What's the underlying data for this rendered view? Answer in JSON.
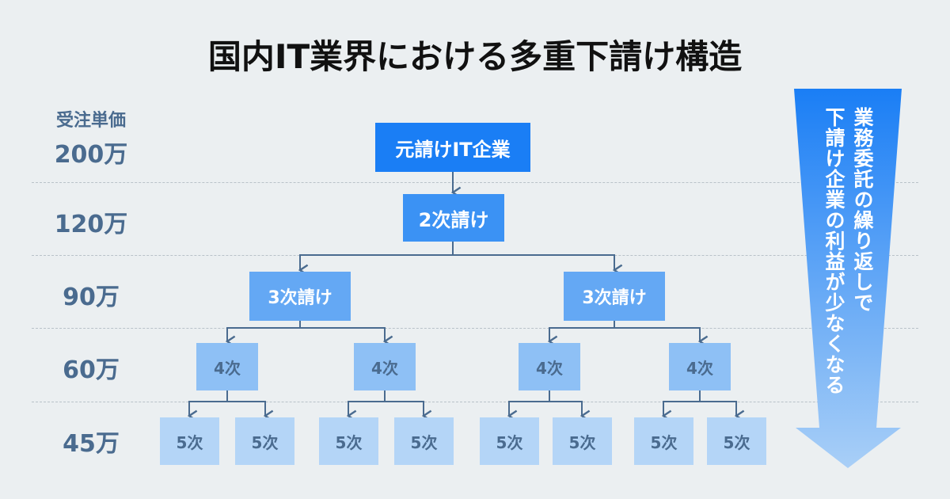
{
  "title": "国内IT業界における多重下請け構造",
  "price_axis": {
    "header": "受注単価",
    "levels": [
      "200万",
      "120万",
      "90万",
      "60万",
      "45万"
    ]
  },
  "tiers": {
    "t1": "元請けIT企業",
    "t2": "2次請け",
    "t3": [
      "3次請け",
      "3次請け"
    ],
    "t4": [
      "4次",
      "4次",
      "4次",
      "4次"
    ],
    "t5": [
      "5次",
      "5次",
      "5次",
      "5次",
      "5次",
      "5次",
      "5次",
      "5次"
    ]
  },
  "arrow": {
    "line1": "業務委託の繰り返しで",
    "line2": "下請け企業の利益が少なくなる"
  },
  "colors": {
    "tier1": "#1a7ef5",
    "tier2": "#3b92f4",
    "tier3": "#64a8f4",
    "tier4": "#8ec0f5",
    "tier5": "#b4d5f7",
    "label": "#4a6b8f"
  }
}
